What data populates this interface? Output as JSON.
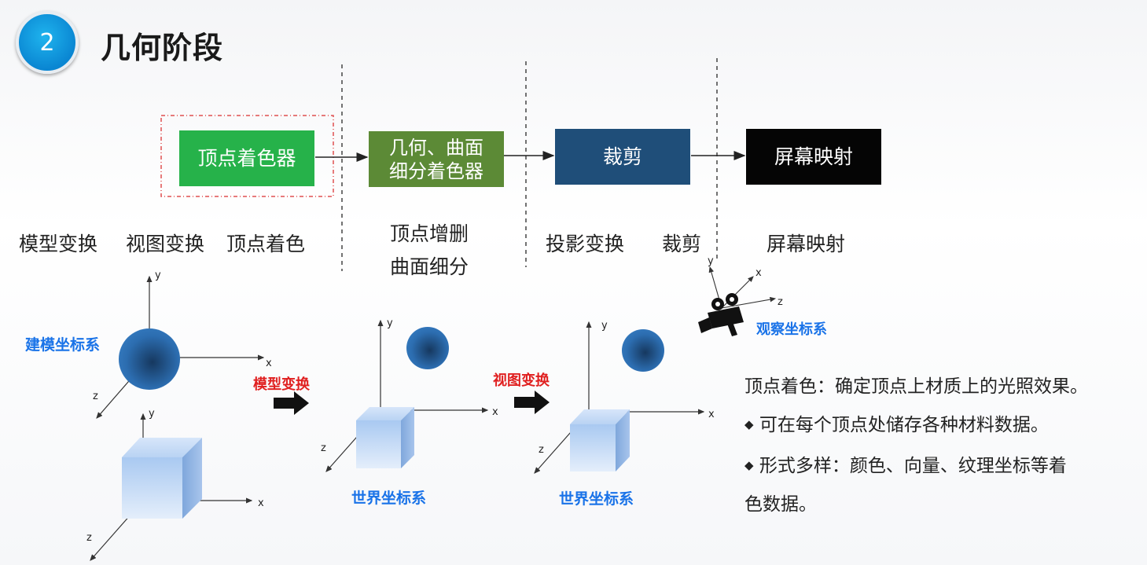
{
  "header": {
    "badge_number": "2",
    "title": "几何阶段"
  },
  "pipeline": {
    "stage1": "顶点着色器",
    "stage2_line1": "几何、曲面",
    "stage2_line2": "细分着色器",
    "stage3": "裁剪",
    "stage4": "屏幕映射"
  },
  "step_labels": {
    "model_transform": "模型变换",
    "view_transform": "视图变换",
    "vertex_shading": "顶点着色",
    "vertex_add_delete": "顶点增删",
    "surface_subdivision": "曲面细分",
    "projection_transform": "投影变换",
    "clipping": "裁剪",
    "screen_mapping": "屏幕映射"
  },
  "figure": {
    "modeling_coords": "建模坐标系",
    "model_transform_arrow": "模型变换",
    "view_transform_arrow": "视图变换",
    "world_coords_1": "世界坐标系",
    "world_coords_2": "世界坐标系",
    "camera_coords": "观察坐标系",
    "axis_x": "x",
    "axis_y": "y",
    "axis_z": "z"
  },
  "description": {
    "main": "顶点着色：确定顶点上材质上的光照效果。",
    "bullet1": "可在每个顶点处储存各种材料数据。",
    "bullet2_line1": "形式多样：颜色、向量、纹理坐标等着",
    "bullet2_line2": "色数据。",
    "bullet_symbol": "◆"
  },
  "colors": {
    "badge": "#0a86d2",
    "vertex_shader": "#26b24a",
    "geometry_shader": "#5c8a36",
    "clipping": "#1f4e79",
    "screen_mapping": "#050505",
    "blue_label": "#1a73e8",
    "red_label": "#e02020"
  }
}
